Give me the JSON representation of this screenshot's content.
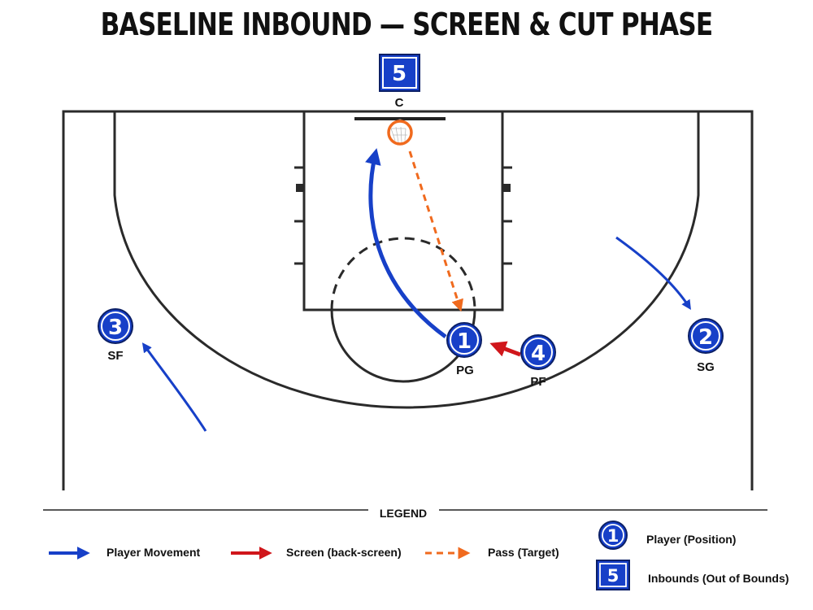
{
  "title": "BASELINE INBOUND — SCREEN & CUT PHASE",
  "colors": {
    "player_blue": "#1740c8",
    "screen_red": "#d0161b",
    "pass_orange": "#f06a1e",
    "court_line": "#2a2a2a"
  },
  "players": {
    "inbounder": {
      "number": "5",
      "position": "C"
    },
    "pg": {
      "number": "1",
      "position": "PG"
    },
    "sg": {
      "number": "2",
      "position": "SG"
    },
    "sf": {
      "number": "3",
      "position": "SF"
    },
    "pf": {
      "number": "4",
      "position": "PF"
    }
  },
  "legend": {
    "heading": "LEGEND",
    "movement": "Player Movement",
    "screen": "Screen (back-screen)",
    "pass": "Pass (Target)",
    "player_symbol_number": "1",
    "player_label": "Player (Position)",
    "inbound_symbol_number": "5",
    "inbound_label": "Inbounds (Out of Bounds)"
  }
}
